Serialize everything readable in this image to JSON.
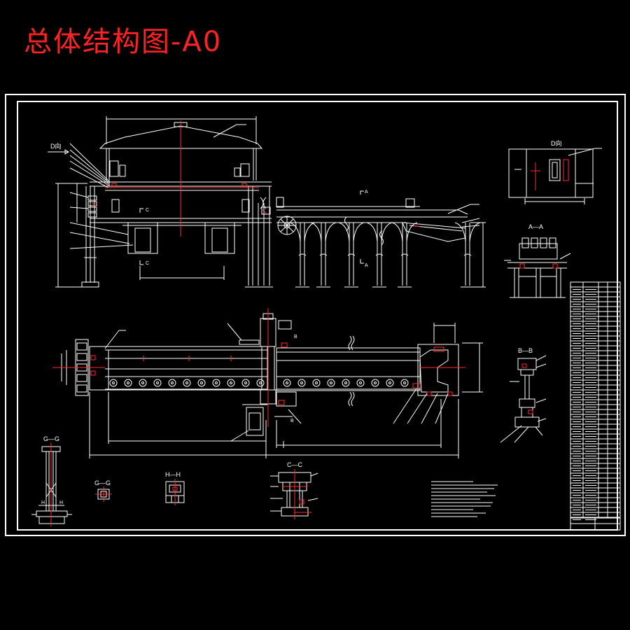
{
  "title": "总体结构图-A0",
  "views": {
    "d_view_left": "D向",
    "d_view_right": "D向",
    "section_aa": "A—A",
    "section_bb": "B—B",
    "section_cc": "C—C",
    "section_gg_1": "G—G",
    "section_gg_2": "G—G",
    "section_hh": "H—H"
  },
  "markers": {
    "a_top": "A",
    "a_bottom": "A",
    "c_top": "C",
    "c_bottom": "C",
    "b_top": "B",
    "b_bottom": "B",
    "h_left": "H",
    "h_right": "H"
  },
  "colors": {
    "background": "#000000",
    "lines": "#ffffff",
    "accent": "#ff2222"
  }
}
